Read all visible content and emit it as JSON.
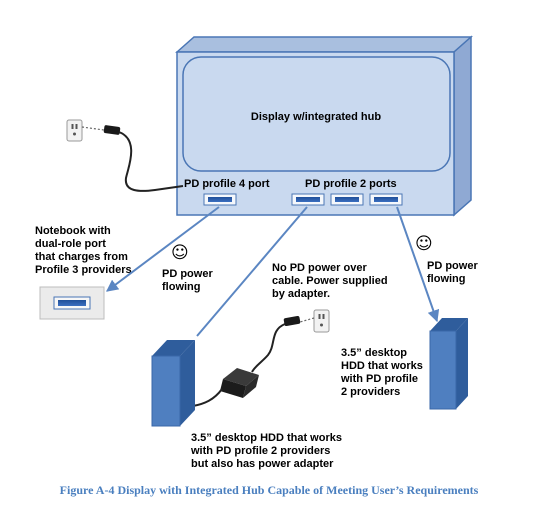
{
  "display": {
    "label": "Display w/integrated hub",
    "port_label_left": "PD profile 4 port",
    "port_label_right": "PD profile 2 ports"
  },
  "notebook": {
    "lines": [
      "Notebook with",
      "dual-role port",
      "that charges from",
      "Profile 3 providers"
    ]
  },
  "left_power": {
    "emoji": "☺",
    "lines": [
      "PD power",
      "flowing"
    ]
  },
  "right_power": {
    "emoji": "☺",
    "lines": [
      "PD power",
      "flowing"
    ]
  },
  "middle_note": {
    "lines": [
      "No PD power over",
      "cable. Power supplied",
      "by adapter."
    ]
  },
  "hdd_right": {
    "lines": [
      "3.5” desktop",
      "HDD that works",
      "with PD profile",
      "2 providers"
    ]
  },
  "hdd_left": {
    "lines": [
      "3.5” desktop HDD that works",
      "with PD profile 2 providers",
      "but also has power adapter"
    ]
  },
  "caption": "Figure A-4 Display with Integrated Hub Capable of Meeting User’s Requirements",
  "colors": {
    "display_fill": "#c9d9ef",
    "display_stroke": "#4a76b5",
    "arrow": "#5b86c2",
    "hdd_front": "#4f7fc0",
    "hdd_side": "#2f5d9c",
    "caption": "#4a7fbf"
  }
}
